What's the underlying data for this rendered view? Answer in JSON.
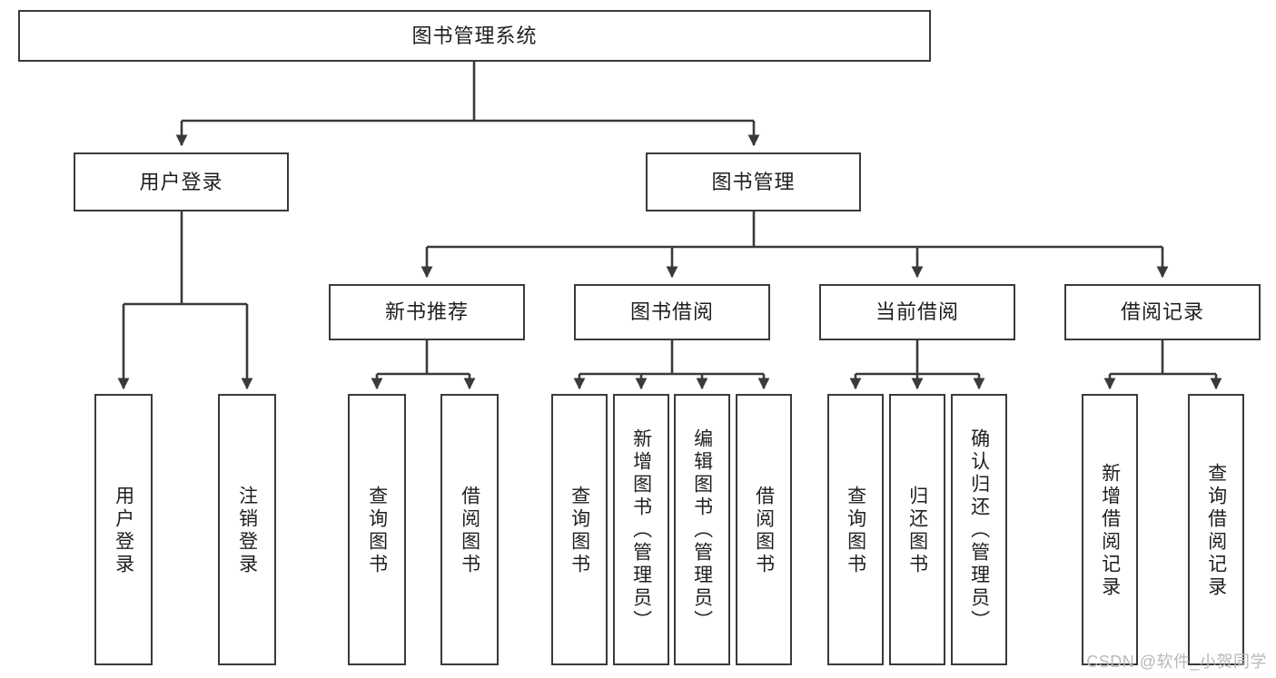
{
  "diagram": {
    "title_node": "图书管理系统",
    "type": "tree-hierarchy-diagram",
    "colors": {
      "box_border": "#3a3a3a",
      "box_fill": "#ffffff",
      "connector": "#3a3a3a",
      "text": "#1f1f1f",
      "watermark": "#b9b9b9",
      "page_background": "#ffffff"
    },
    "nodes": {
      "root": {
        "label": "图书管理系统",
        "level": 0,
        "orientation": "horizontal"
      },
      "l1": [
        {
          "label": "用户登录",
          "orientation": "horizontal"
        },
        {
          "label": "图书管理",
          "orientation": "horizontal"
        }
      ],
      "l2": [
        {
          "label": "新书推荐",
          "orientation": "horizontal"
        },
        {
          "label": "图书借阅",
          "orientation": "horizontal"
        },
        {
          "label": "当前借阅",
          "orientation": "horizontal"
        },
        {
          "label": "借阅记录",
          "orientation": "horizontal"
        }
      ],
      "leaves": {
        "user_login": [
          {
            "label": "用户登录",
            "orientation": "vertical"
          },
          {
            "label": "注销登录",
            "orientation": "vertical"
          }
        ],
        "new_book_recommend": [
          {
            "label": "查询图书",
            "orientation": "vertical"
          },
          {
            "label": "借阅图书",
            "orientation": "vertical"
          }
        ],
        "book_borrow": [
          {
            "label": "查询图书",
            "orientation": "vertical"
          },
          {
            "label": "新增图书（管理员）",
            "orientation": "vertical"
          },
          {
            "label": "编辑图书（管理员）",
            "orientation": "vertical"
          },
          {
            "label": "借阅图书",
            "orientation": "vertical"
          }
        ],
        "current_borrow": [
          {
            "label": "查询图书",
            "orientation": "vertical"
          },
          {
            "label": "归还图书",
            "orientation": "vertical"
          },
          {
            "label": "确认归还（管理员）",
            "orientation": "vertical"
          }
        ],
        "borrow_record": [
          {
            "label": "新增借阅记录",
            "orientation": "vertical"
          },
          {
            "label": "查询借阅记录",
            "orientation": "vertical"
          }
        ]
      }
    },
    "watermark": "CSDN @软件_小贺同学"
  }
}
